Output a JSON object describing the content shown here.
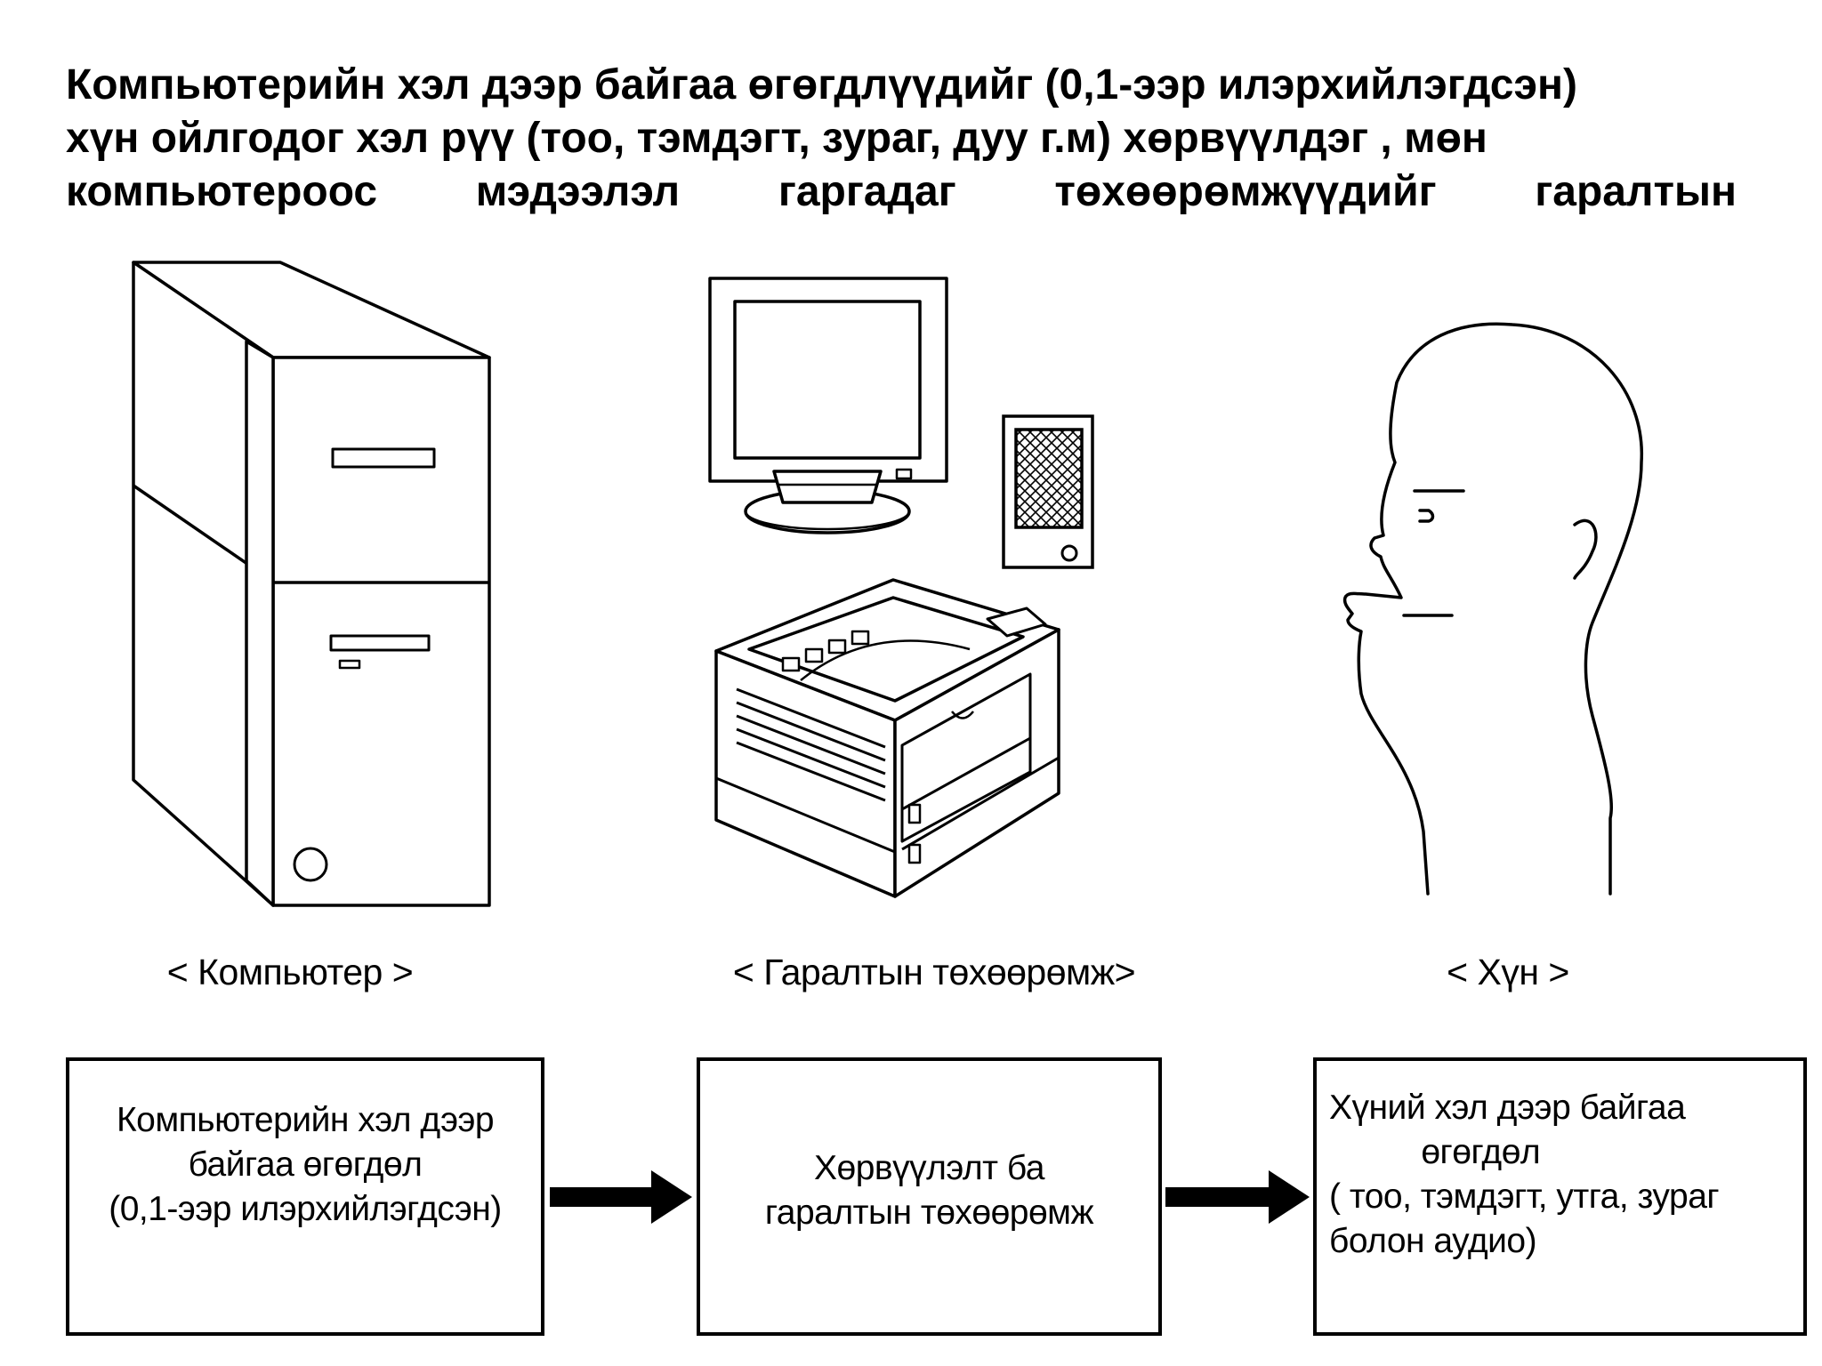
{
  "heading": {
    "line1": "Компьютерийн хэл дээр байгаа өгөгдлүүдийг (0,1-ээр илэрхийлэгдсэн)",
    "line2": "хүн ойлгодог хэл рүү  (тоо, тэмдэгт, зураг, дуу г.м) хөрвүүлдэг , мөн",
    "line3_words": [
      "компьютероос",
      "мэдээлэл",
      "гаргадаг",
      "төхөөрөмжүүдийг",
      "гаралтын"
    ]
  },
  "captions": {
    "computer": "< Компьютер >",
    "output_device": "< Гаралтын төхөөрөмж>",
    "human": "< Хүн >"
  },
  "boxes": {
    "computer_data": {
      "lines": [
        "Компьютерийн хэл дээр",
        "байгаа өгөгдөл",
        "(0,1-ээр илэрхийлэгдсэн)"
      ]
    },
    "conversion": {
      "lines": [
        "Хөрвүүлэлт ба",
        "гаралтын төхөөрөмж"
      ]
    },
    "human_data": {
      "lines": [
        "Хүний хэл дээр байгаа",
        "          өгөгдөл",
        "( тоо, тэмдэгт, утга, зураг",
        "болон аудио)"
      ]
    }
  }
}
